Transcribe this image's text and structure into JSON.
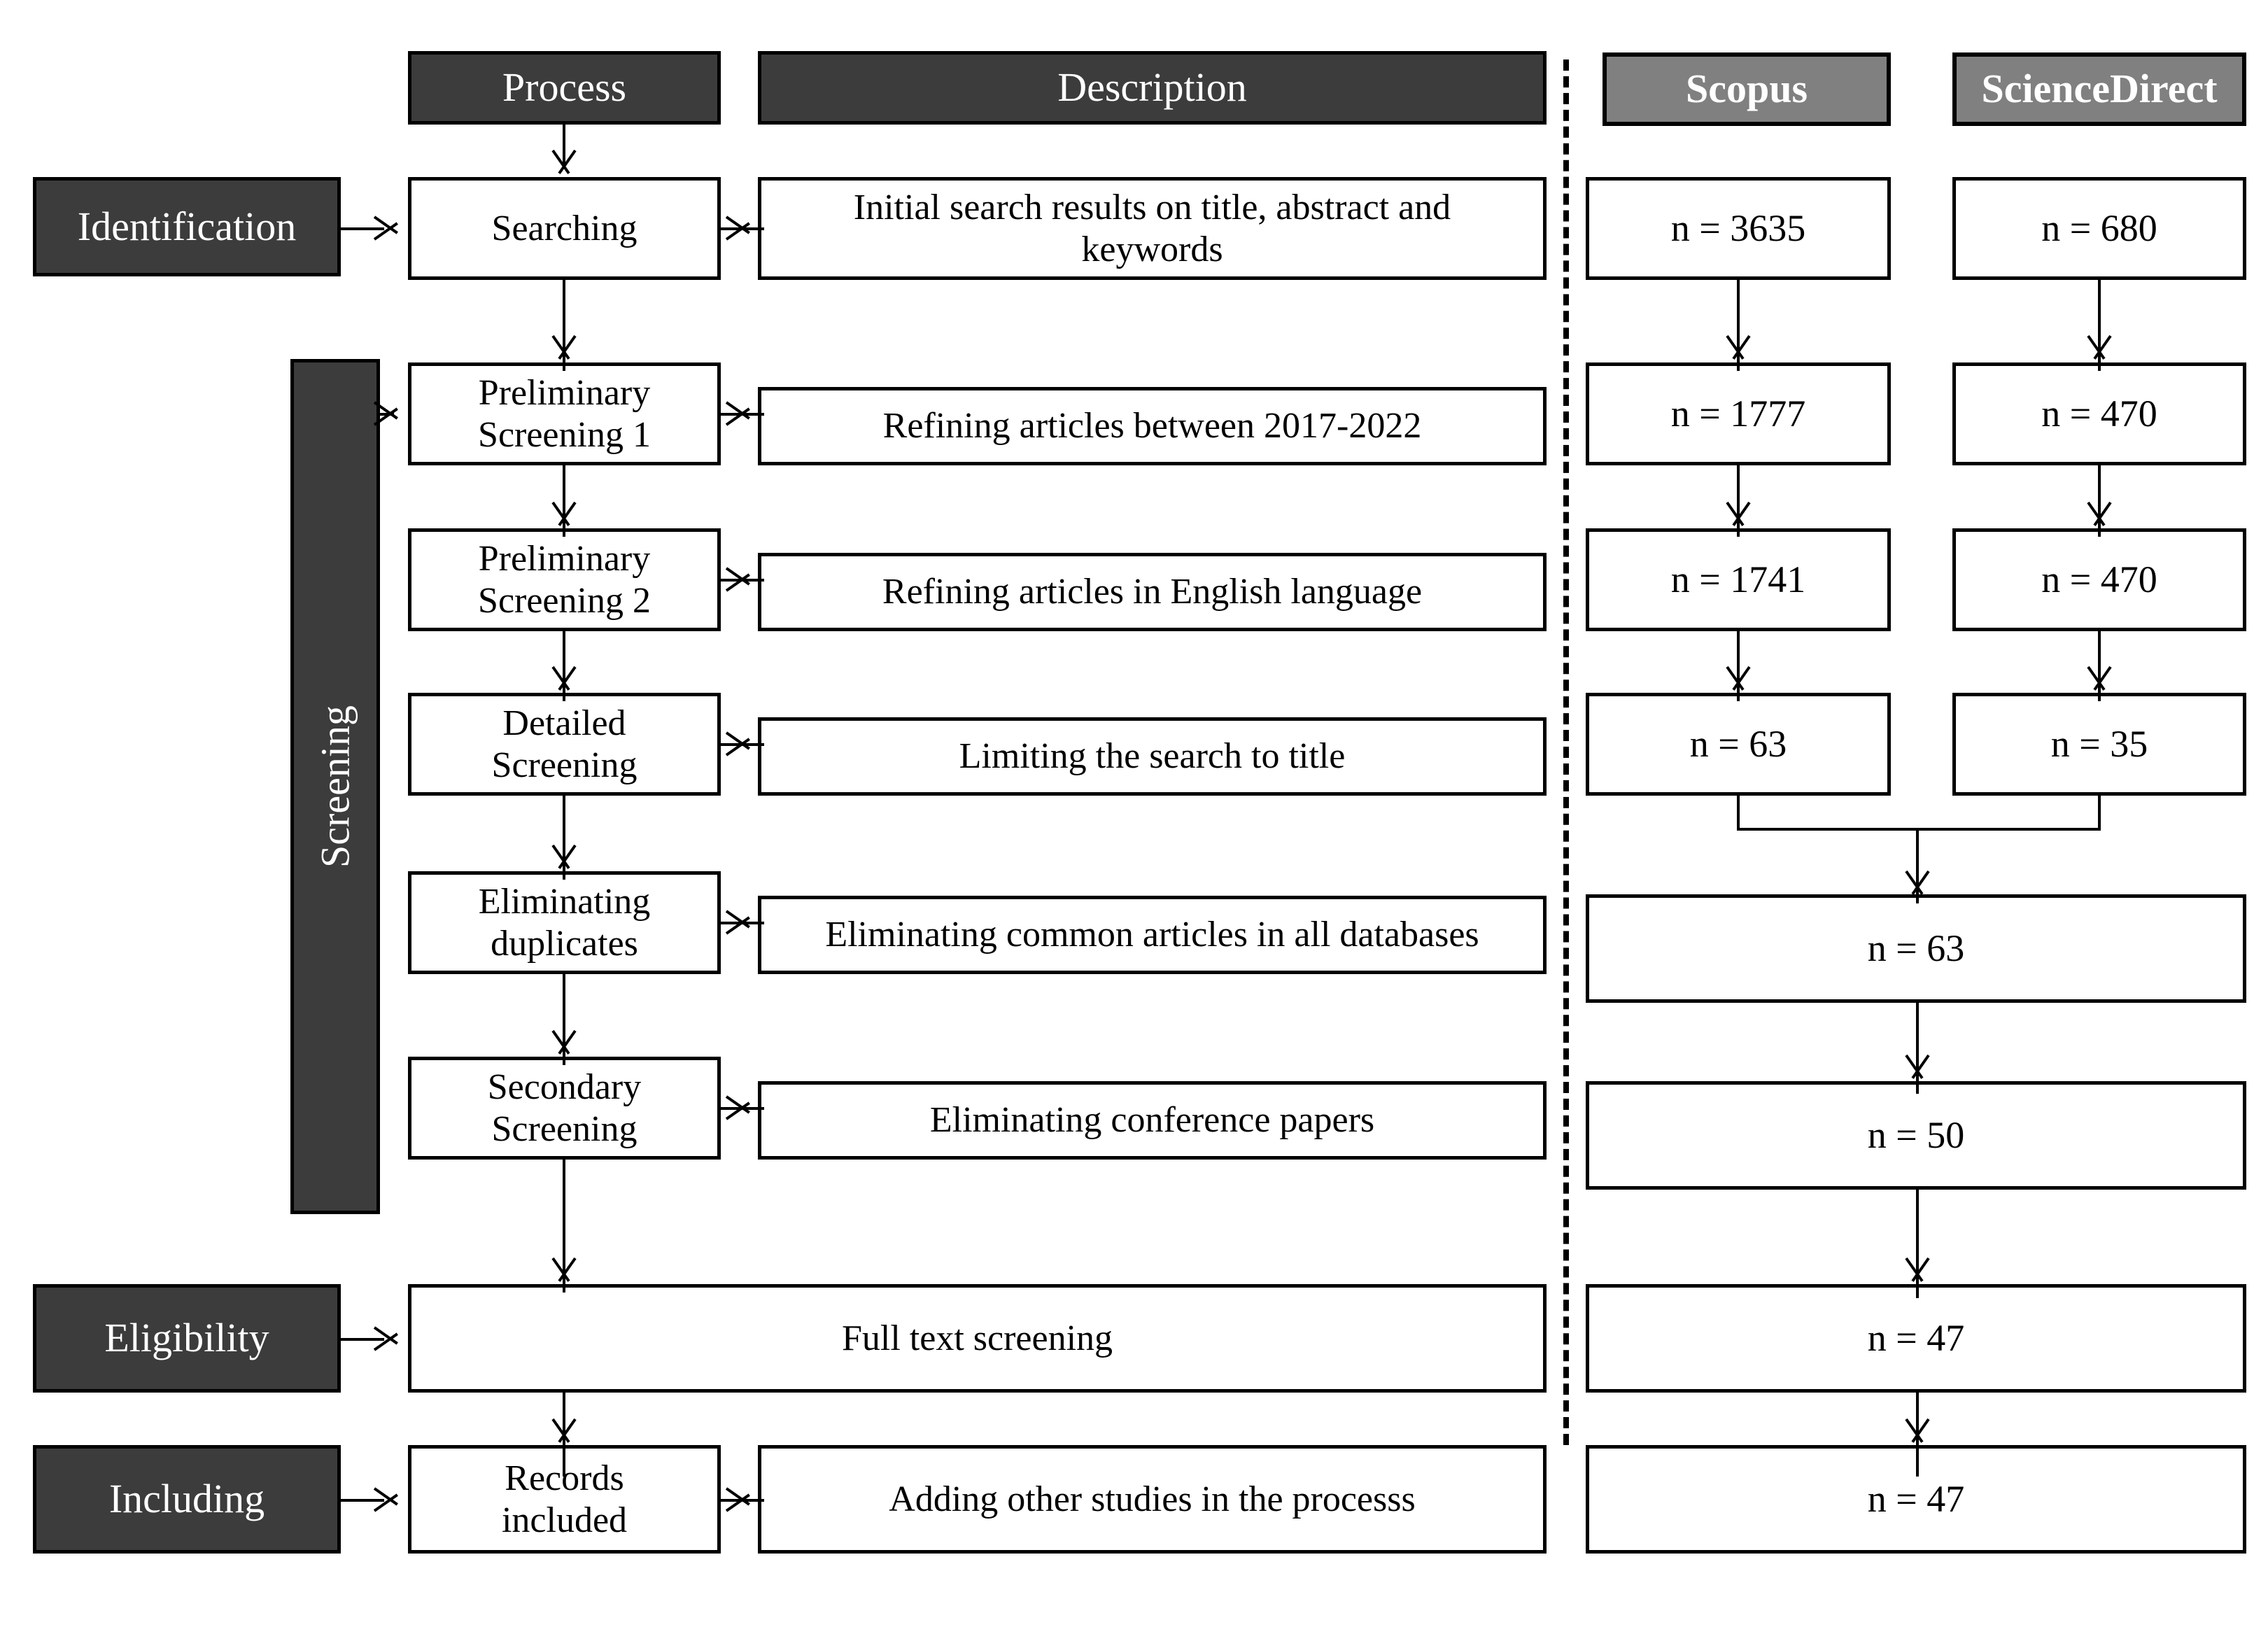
{
  "diagram": {
    "type": "prisma-flow-diagram",
    "columns": {
      "process_header": "Process",
      "description_header": "Description",
      "database_headers": [
        "Scopus",
        "ScienceDirect"
      ]
    },
    "stage_labels": {
      "identification": "Identification",
      "screening": "Screening",
      "eligibility": "Eligibility",
      "including": "Including"
    },
    "rows": [
      {
        "process": "Searching",
        "description": "Initial search results on title, abstract and keywords",
        "scopus": "n = 3635",
        "sciencedirect": "n = 680"
      },
      {
        "process": "Preliminary Screening 1",
        "description": "Refining articles between 2017-2022",
        "scopus": "n = 1777",
        "sciencedirect": "n = 470"
      },
      {
        "process": "Preliminary Screening 2",
        "description": "Refining articles in English language",
        "scopus": "n = 1741",
        "sciencedirect": "n = 470"
      },
      {
        "process": "Detailed Screening",
        "description": "Limiting the search to title",
        "scopus": "n = 63",
        "sciencedirect": "n = 35"
      },
      {
        "process": "Eliminating duplicates",
        "description": "Eliminating common articles in all databases",
        "merged": "n = 63"
      },
      {
        "process": "Secondary Screening",
        "description": "Eliminating conference papers",
        "merged": "n = 50"
      },
      {
        "process": "",
        "description": "Full text screening",
        "merged": "n = 47"
      },
      {
        "process": "Records included",
        "description": "Adding other studies in the processs",
        "merged": "n = 47"
      }
    ],
    "process_lines": {
      "r1": [
        "Searching"
      ],
      "r2": [
        "Preliminary",
        "Screening 1"
      ],
      "r3": [
        "Preliminary",
        "Screening 2"
      ],
      "r4": [
        "Detailed",
        "Screening"
      ],
      "r5": [
        "Eliminating",
        "duplicates"
      ],
      "r6": [
        "Secondary",
        "Screening"
      ],
      "r8": [
        "Records",
        "included"
      ]
    },
    "description_lines": {
      "r1": [
        "Initial search results on title, abstract and",
        "keywords"
      ]
    },
    "colors": {
      "stage_box_fill": "#3c3c3c",
      "database_header_fill": "#808080",
      "border": "#000000",
      "box_fill": "#ffffff",
      "text_on_dark": "#ffffff",
      "text_on_light": "#000000"
    }
  }
}
